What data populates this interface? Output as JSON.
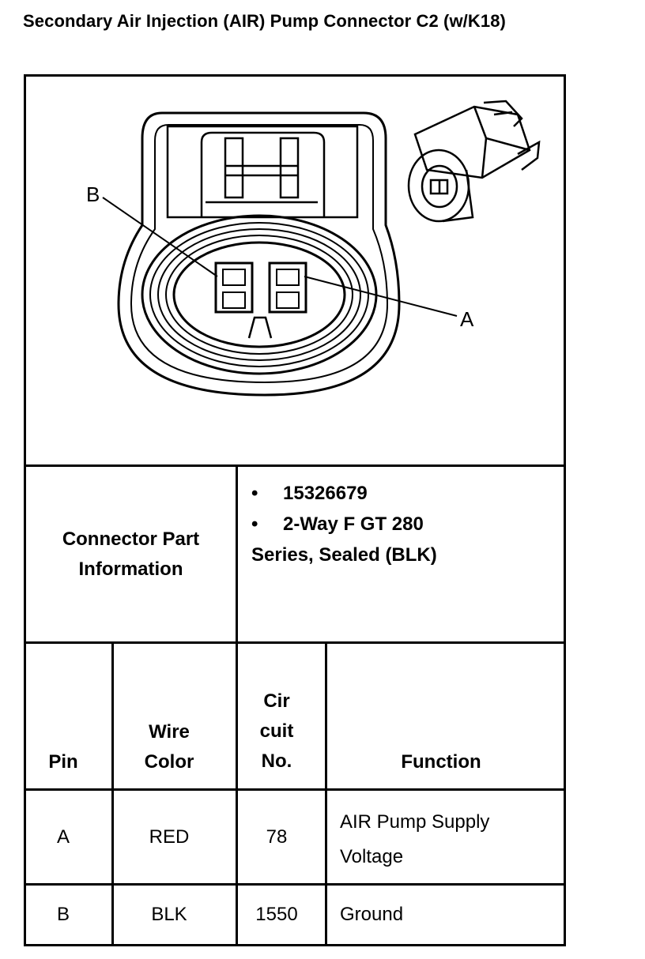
{
  "title": "Secondary Air Injection (AIR) Pump Connector C2 (w/K18)",
  "diagram": {
    "pin_labels": [
      "B",
      "A"
    ]
  },
  "part_info": {
    "label_line1": "Connector Part",
    "label_line2": "Information",
    "bullets": [
      "15326679",
      "2-Way F GT 280"
    ],
    "continuation": "Series, Sealed (BLK)"
  },
  "table": {
    "headers": {
      "pin": "Pin",
      "wire_color": [
        "Wire",
        "Color"
      ],
      "circuit": [
        "Cir",
        "cuit",
        "No."
      ],
      "function": "Function"
    },
    "rows": [
      {
        "pin": "A",
        "wire_color": "RED",
        "circuit": "78",
        "function_line1": "AIR Pump Supply",
        "function_line2": "Voltage"
      },
      {
        "pin": "B",
        "wire_color": "BLK",
        "circuit": "1550",
        "function_line1": "Ground",
        "function_line2": ""
      }
    ]
  }
}
